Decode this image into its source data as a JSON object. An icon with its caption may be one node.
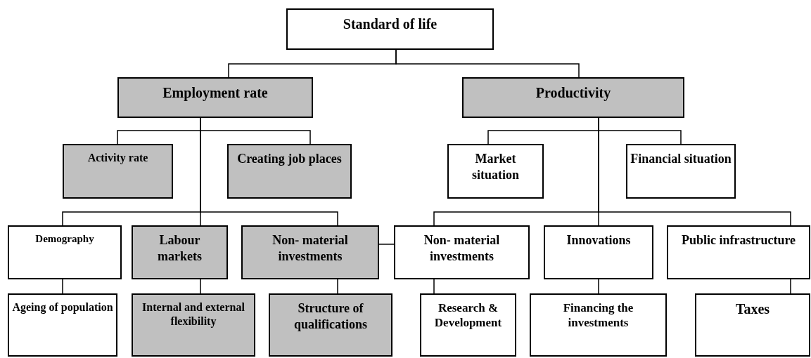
{
  "diagram": {
    "nodes": [
      {
        "text": [
          "Standard of life"
        ]
      },
      {
        "text": [
          "Employment rate"
        ]
      },
      {
        "text": [
          "Productivity"
        ]
      },
      {
        "text": [
          "Activity rate"
        ]
      },
      {
        "text": [
          "Creating job places"
        ]
      },
      {
        "text": [
          "Market situation"
        ]
      },
      {
        "text": [
          "Financial situation"
        ]
      },
      {
        "text": [
          "Demography"
        ]
      },
      {
        "text": [
          "Labour markets"
        ]
      },
      {
        "text": [
          "Non- material investments"
        ]
      },
      {
        "text": [
          "Non- material investments"
        ]
      },
      {
        "text": [
          "Innovations"
        ]
      },
      {
        "text": [
          "Public infrastructure"
        ]
      },
      {
        "text": [
          "Ageing of population"
        ]
      },
      {
        "text": [
          "Internal and external flexibility"
        ]
      },
      {
        "text": [
          "Structure of qualifications"
        ]
      },
      {
        "text": [
          "Research & Development"
        ]
      },
      {
        "text": [
          "Financing the investments"
        ]
      },
      {
        "text": [
          "Taxes"
        ]
      }
    ],
    "edges": [
      {
        "from": 0,
        "to": 1,
        "arrow": "none"
      },
      {
        "from": 0,
        "to": 2,
        "arrow": "none"
      },
      {
        "from": 1,
        "to": 3,
        "arrow": "none"
      },
      {
        "from": 1,
        "to": 4,
        "arrow": "none"
      },
      {
        "from": 1,
        "to": 7,
        "arrow": "none"
      },
      {
        "from": 1,
        "to": 8,
        "arrow": "none"
      },
      {
        "from": 1,
        "to": 9,
        "arrow": "none"
      },
      {
        "from": 2,
        "to": 5,
        "arrow": "none"
      },
      {
        "from": 2,
        "to": 6,
        "arrow": "none"
      },
      {
        "from": 2,
        "to": 10,
        "arrow": "none"
      },
      {
        "from": 2,
        "to": 11,
        "arrow": "none"
      },
      {
        "from": 2,
        "to": 12,
        "arrow": "none"
      },
      {
        "from": 9,
        "to": 10,
        "arrow": "none"
      },
      {
        "from": 7,
        "to": 13,
        "arrow": "none"
      },
      {
        "from": 8,
        "to": 14,
        "arrow": "none"
      },
      {
        "from": 9,
        "to": 15,
        "arrow": "none"
      },
      {
        "from": 10,
        "to": 16,
        "arrow": "none"
      },
      {
        "from": 11,
        "to": 17,
        "arrow": "none"
      },
      {
        "from": 12,
        "to": 18,
        "arrow": "none"
      }
    ]
  }
}
